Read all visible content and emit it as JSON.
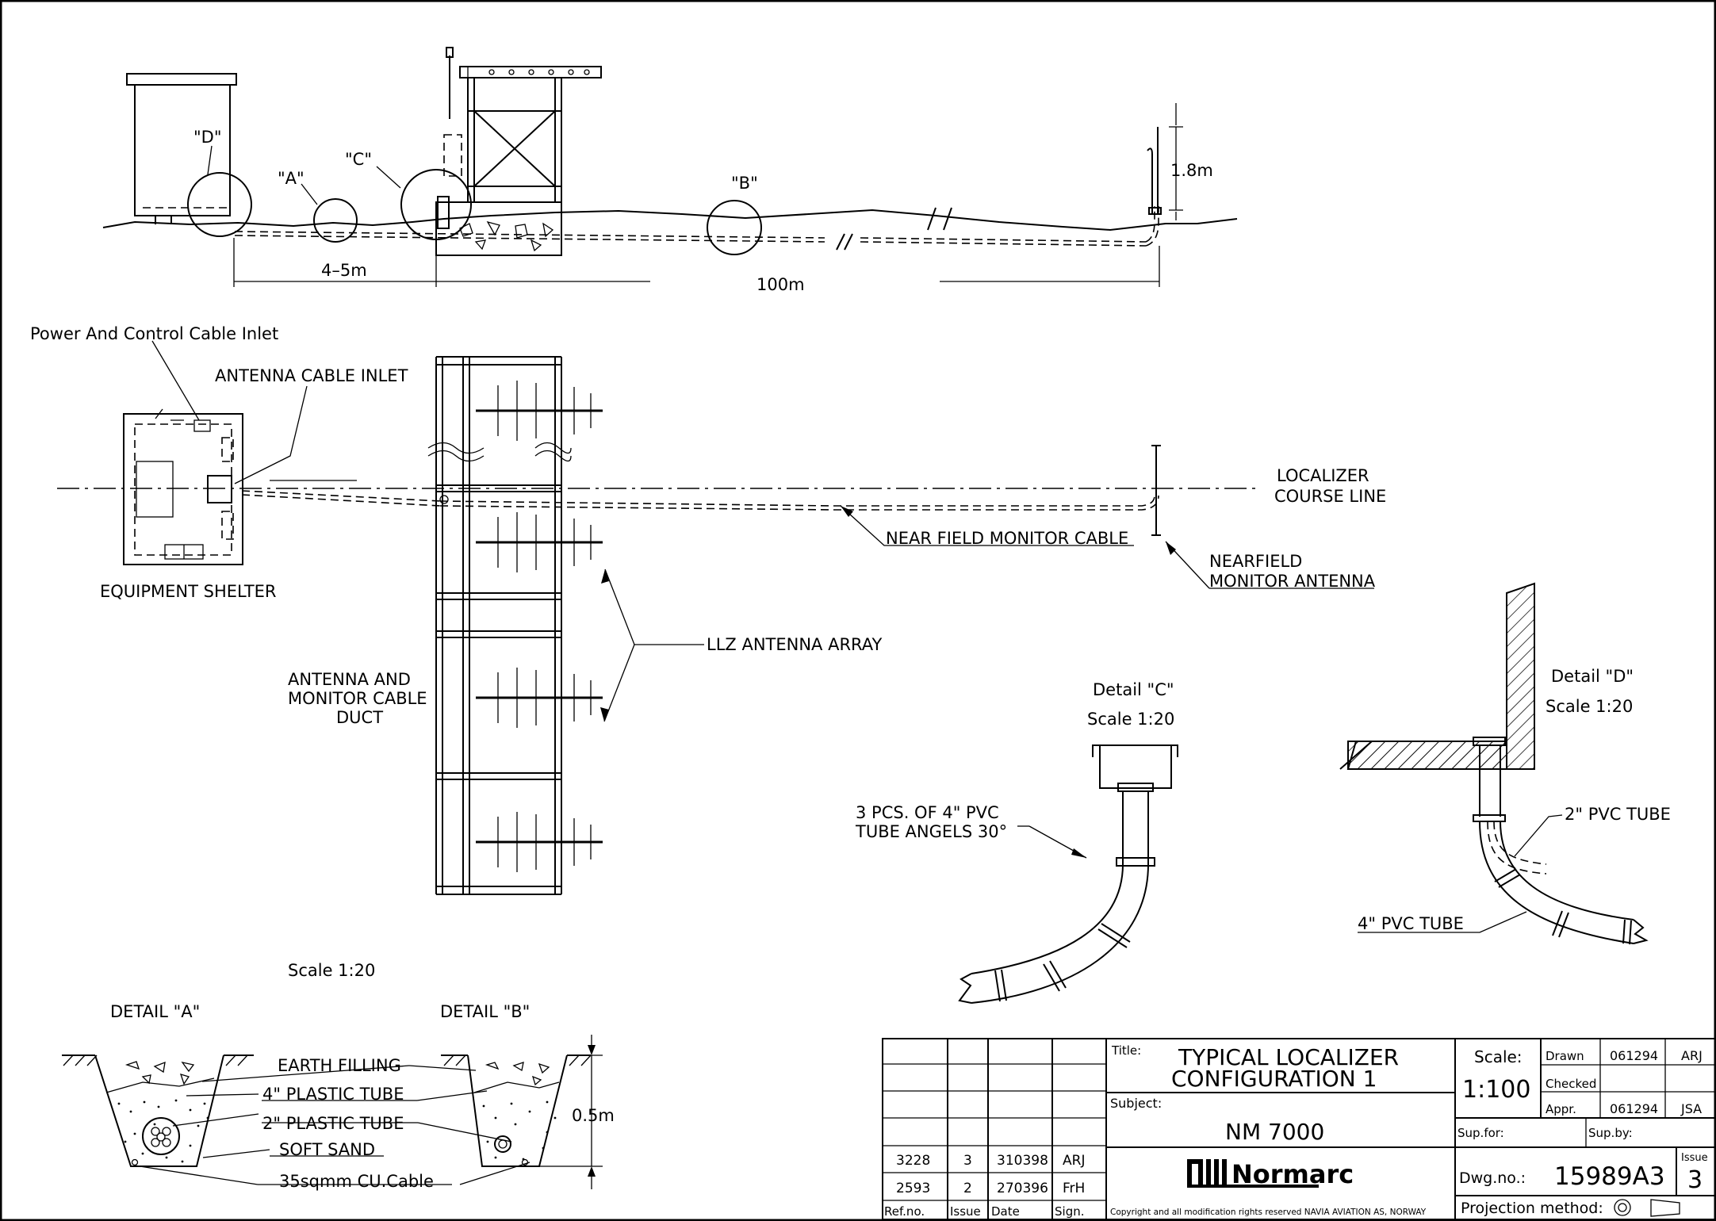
{
  "elevation": {
    "callout_d": "\"D\"",
    "callout_a": "\"A\"",
    "callout_c": "\"C\"",
    "callout_b": "\"B\"",
    "dim_4_5m": "4–5m",
    "dim_100m": "100m",
    "dim_1_8m": "1.8m"
  },
  "plan": {
    "power_inlet": "Power And Control Cable Inlet",
    "antenna_inlet": "ANTENNA CABLE INLET",
    "equipment_shelter": "EQUIPMENT SHELTER",
    "localizer_line_1": "LOCALIZER",
    "localizer_line_2": "COURSE LINE",
    "near_field_cable": "NEAR FIELD MONITOR CABLE",
    "nearfield_antenna_1": "NEARFIELD",
    "nearfield_antenna_2": "MONITOR ANTENNA",
    "llz_array": "LLZ ANTENNA ARRAY",
    "duct_1": "ANTENNA AND",
    "duct_2": "MONITOR CABLE",
    "duct_3": "DUCT"
  },
  "detail_c": {
    "title": "Detail \"C\"",
    "scale": "Scale 1:20",
    "note_1": "3 PCS. OF 4\" PVC",
    "note_2": "TUBE ANGELS 30°"
  },
  "detail_d": {
    "title": "Detail \"D\"",
    "scale": "Scale 1:20",
    "pvc_2": "2\" PVC TUBE",
    "pvc_4": "4\" PVC TUBE"
  },
  "detail_ab": {
    "scale": "Scale 1:20",
    "title_a": "DETAIL \"A\"",
    "title_b": "DETAIL \"B\"",
    "earth": "EARTH FILLING",
    "tube_4": "4\" PLASTIC TUBE",
    "tube_2": "2\" PLASTIC TUBE",
    "sand": "SOFT SAND",
    "cable": "35sqmm CU.Cable",
    "depth": "0.5m"
  },
  "title_block": {
    "title_label": "Title:",
    "title_1": "TYPICAL LOCALIZER",
    "title_2": "CONFIGURATION 1",
    "subject_label": "Subject:",
    "subject": "NM 7000",
    "company": "Normarc",
    "copyright": "Copyright and all modification rights reserved NAVIA AVIATION AS, NORWAY",
    "scale_label": "Scale:",
    "scale": "1:100",
    "drawn_label": "Drawn",
    "drawn_date": "061294",
    "drawn_sign": "ARJ",
    "checked_label": "Checked",
    "appr_label": "Appr.",
    "appr_date": "061294",
    "appr_sign": "JSA",
    "supfor_label": "Sup.for:",
    "supby_label": "Sup.by:",
    "dwg_label": "Dwg.no.:",
    "dwg_no": "15989A3",
    "issue_label": "Issue",
    "issue": "3",
    "projection_label": "Projection method:",
    "revisions": [
      {
        "ref": "3228",
        "issue": "3",
        "date": "310398",
        "sign": "ARJ"
      },
      {
        "ref": "2593",
        "issue": "2",
        "date": "270396",
        "sign": "FrH"
      }
    ],
    "rev_headers": {
      "ref": "Ref.no.",
      "issue": "Issue",
      "date": "Date",
      "sign": "Sign."
    }
  }
}
